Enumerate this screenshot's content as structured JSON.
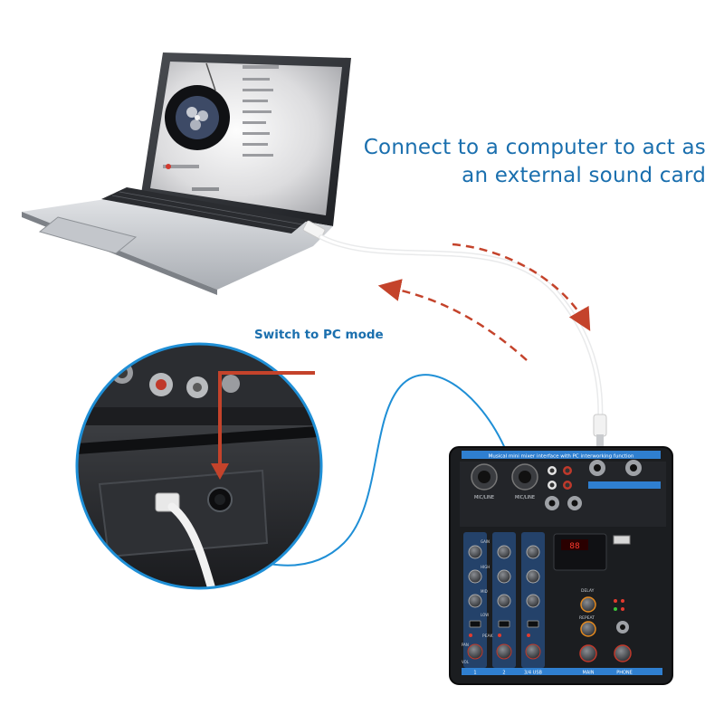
{
  "headline": {
    "line1": "Connect to a computer to act as",
    "line2": "an external sound card"
  },
  "callout": {
    "caption": "Switch to PC mode"
  },
  "mixer": {
    "top_banner": "Musical mini mixer interface with PC interworking function",
    "input_label_1": "MIC/LINE",
    "input_label_2": "MIC/LINE",
    "channel_numbers": [
      "1",
      "2",
      "3/4 USB",
      "MAIN",
      "PHONE"
    ],
    "knob_labels": [
      "GAIN",
      "HIGH",
      "MID",
      "LOW",
      "PAN",
      "VOL"
    ],
    "fx_label": "DELAY",
    "repeat_label": "REPEAT",
    "peak_label": "PEAK",
    "led_display": "88"
  },
  "colors": {
    "accent_text": "#1a6fae",
    "cable_blue": "#1f8fd6",
    "arrow_red": "#c4432b",
    "mixer_body": "#1b1d20",
    "mixer_accent": "#2f7fd0"
  }
}
